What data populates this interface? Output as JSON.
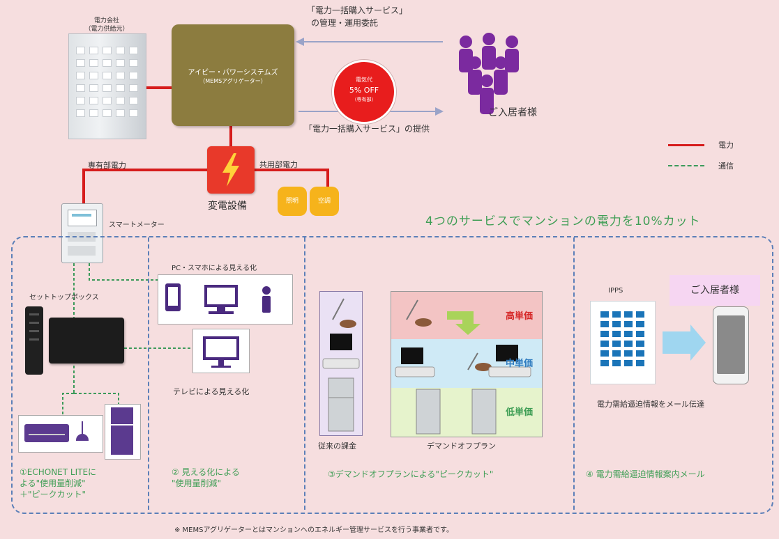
{
  "top": {
    "power_company_line1": "電力会社",
    "power_company_line2": "（電力供給元）",
    "aggregator_line1": "アイピー・パワーシステムズ",
    "aggregator_line2": "（MEMSアグリゲーター）",
    "consign_line1": "「電力一括購入サービス」",
    "consign_line2": "の管理・運用委託",
    "badge_line1": "電気代",
    "badge_line2": "5% OFF",
    "badge_line3": "（専有部）",
    "provide_label": "「電力一括購入サービス」の提供",
    "residents_label": "ご入居者様",
    "private_power": "専有部電力",
    "common_power": "共用部電力",
    "substation": "変電設備",
    "lighting": "照明",
    "aircon": "空調",
    "smart_meter": "スマートメーター"
  },
  "legend": {
    "power": "電力",
    "comm": "通信",
    "power_color": "#d61c1c",
    "comm_color": "#3c9a5a"
  },
  "services_title": "4つのサービスでマンションの電力を10%カット",
  "panel1": {
    "stb_label": "セットトップボックス",
    "caption_line1": "①ECHONET LITEに",
    "caption_line2": "よる\"使用量削減\"",
    "caption_line3": "＋\"ピークカット\""
  },
  "panel2": {
    "pc_label": "PC・スマホによる見える化",
    "tv_label": "テレビによる見える化",
    "caption_line1": "② 見える化による",
    "caption_line2": "\"使用量削減\""
  },
  "panel3": {
    "conventional_label": "従来の課金",
    "demand_label": "デマンドオフプラン",
    "high": "高単価",
    "mid": "中単価",
    "low": "低単価",
    "caption": "③デマンドオフプランによる\"ピークカット\""
  },
  "panel4": {
    "ipps_label": "IPPS",
    "resident_label": "ご入居者様",
    "info_label": "電力需給逼迫情報をメール伝達",
    "caption": "④ 電力需給逼迫情報案内メール"
  },
  "footnote": "※ MEMSアグリゲーターとはマンションへのエネルギー管理サービスを行う事業者です。"
}
